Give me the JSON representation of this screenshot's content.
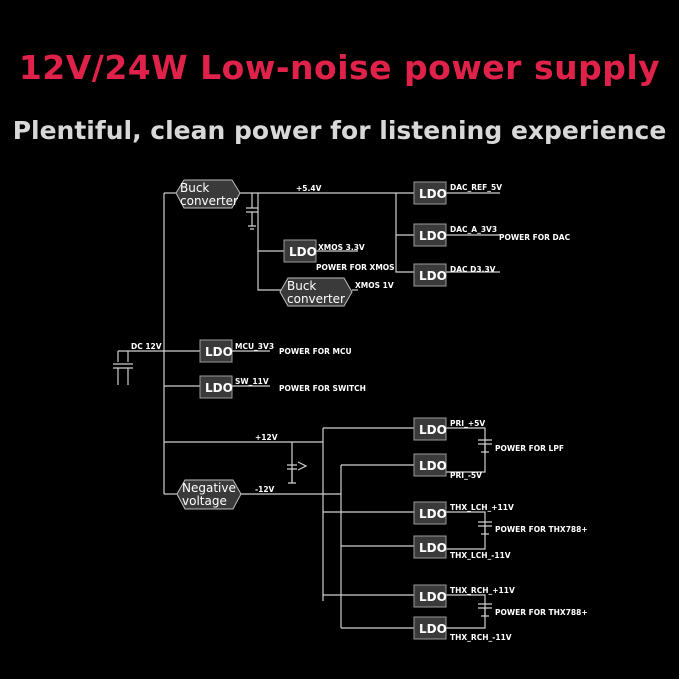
{
  "title": "12V/24W Low-noise power supply",
  "subtitle": "Plentiful, clean power for listening experience",
  "diagram": {
    "input": "DC 12V",
    "blocks": {
      "buck1": [
        "Buck",
        "converter"
      ],
      "buck2": [
        "Buck",
        "converter"
      ],
      "neg": [
        "Negative",
        "voltage"
      ],
      "ldo": "LDO"
    },
    "rails": {
      "v54": "+5.4V",
      "p12": "+12V",
      "n12": "-12V"
    },
    "outputs": {
      "dac_ref": "DAC_REF_5V",
      "dac_a": "DAC_A_3V3",
      "dac_d": "DAC D3.3V",
      "power_dac": "POWER FOR DAC",
      "xmos33": "XMOS 3.3V",
      "power_xmos": "POWER FOR XMOS",
      "xmos1": "XMOS 1V",
      "mcu": "MCU_3V3",
      "power_mcu": "POWER FOR MCU",
      "sw": "SW_11V",
      "power_sw": "POWER FOR SWITCH",
      "pri_p": "PRI_+5V",
      "pri_n": "PRI_-5V",
      "power_lpf": "POWER FOR LPF",
      "thx_lch_p": "THX_LCH_+11V",
      "thx_lch_n": "THX_LCH_-11V",
      "power_thx_l": "POWER FOR THX788+",
      "thx_rch_p": "THX_RCH_+11V",
      "thx_rch_n": "THX_RCH_-11V",
      "power_thx_r": "POWER FOR THX788+"
    }
  }
}
